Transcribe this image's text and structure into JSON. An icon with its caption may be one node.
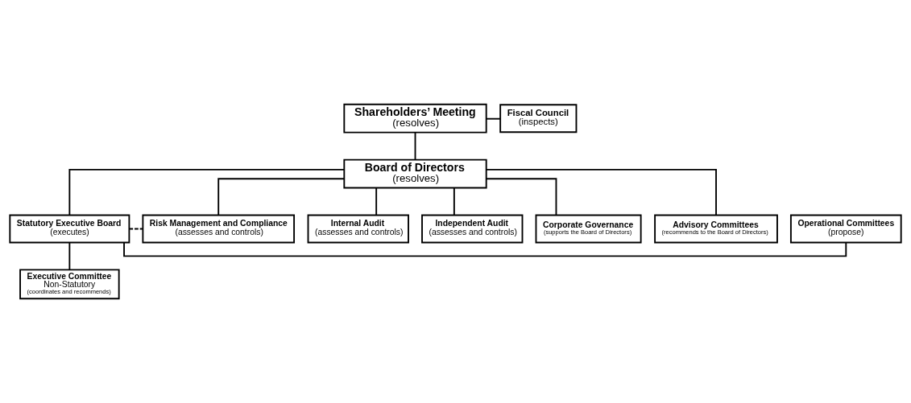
{
  "diagram": {
    "nodes": [
      {
        "text": [
          "Shareholders’ Meeting",
          "(resolves)"
        ]
      },
      {
        "text": [
          "Fiscal Council",
          "(inspects)"
        ]
      },
      {
        "text": [
          "Board of Directors",
          "(resolves)"
        ]
      },
      {
        "text": [
          "Operational Committees",
          "(propose)"
        ]
      },
      {
        "text": [
          "Statutory Executive Board",
          "(executes)"
        ]
      },
      {
        "text": [
          "Risk Management and Compliance",
          "(assesses and controls)"
        ]
      },
      {
        "text": [
          "Internal Audit",
          "(assesses and controls)"
        ]
      },
      {
        "text": [
          "Independent Audit",
          "(assesses and controls)"
        ]
      },
      {
        "text": [
          "Corporate Governance",
          "(supports the Board of Directors)"
        ]
      },
      {
        "text": [
          "Advisory Committees",
          "(recommends to the Board of Directors)"
        ]
      },
      {
        "text": [
          "Executive Committee",
          "Non-Statutory",
          "(coordinates and recommends)"
        ]
      }
    ],
    "edges": [
      {
        "from": 0,
        "to": 1,
        "arrow": "none"
      },
      {
        "from": 0,
        "to": 2,
        "arrow": "none"
      },
      {
        "from": 2,
        "to": 4,
        "arrow": "none"
      },
      {
        "from": 2,
        "to": 5,
        "arrow": "none"
      },
      {
        "from": 2,
        "to": 6,
        "arrow": "none"
      },
      {
        "from": 2,
        "to": 7,
        "arrow": "none"
      },
      {
        "from": 2,
        "to": 8,
        "arrow": "none"
      },
      {
        "from": 2,
        "to": 9,
        "arrow": "none"
      },
      {
        "from": 4,
        "to": 5,
        "arrow": "none",
        "style": "dashed"
      },
      {
        "from": 3,
        "to": 4,
        "arrow": "none"
      },
      {
        "from": 4,
        "to": 10,
        "arrow": "none"
      }
    ]
  }
}
